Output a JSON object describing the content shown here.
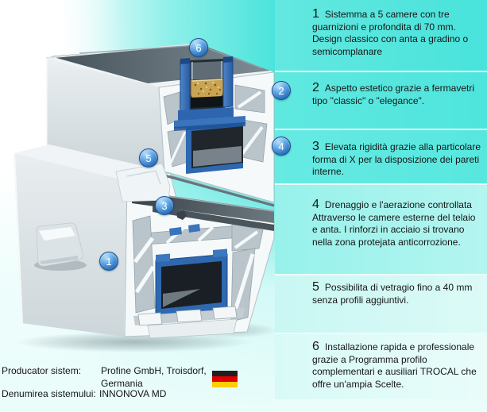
{
  "panel": {
    "items": [
      {
        "num": "1",
        "text": "Sistemma a 5 camere con tre guarnizioni e profondita di 70 mm. Design classico con anta a gradino o semicomplanare"
      },
      {
        "num": "2",
        "text": "Aspetto estetico grazie a fermavetri tipo \"classic\" o \"elegance\"."
      },
      {
        "num": "3",
        "text": "Elevata rigidità grazie alla particolare forma di X per la disposizione dei pareti interne."
      },
      {
        "num": "4",
        "text": "Drenaggio e l'aerazione controllata Attraverso le camere esterne del telaio e anta. I rinforzi in acciaio si trovano nella zona protejata anticorrozione."
      },
      {
        "num": "5",
        "text": "Possibilita di vetragio fino a 40 mm senza profili aggiuntivi."
      },
      {
        "num": "6",
        "text": "Installazione rapida e professionale grazie a Programma profilo complementari e ausiliari TROCAL che offre un'ampia Scelte."
      }
    ]
  },
  "markers": [
    "1",
    "2",
    "3",
    "4",
    "5",
    "6"
  ],
  "footer": {
    "producer_label": "Producator sistem:",
    "producer_name": "Profine GmbH, Troisdorf,",
    "producer_country": "Germania",
    "system_label": "Denumirea sistemului:",
    "system_name": "INNONOVA MD",
    "flag": "germany-flag"
  },
  "colors": {
    "band_top": "#4de5dd",
    "band_light": "#aaf3ee",
    "band_pale": "#e3fbf9",
    "marker_blue": "#2268b4",
    "steel_blue": "#2e68b0",
    "spacer_gold": "#c9a453",
    "gasket_gray": "#384248",
    "flag_black": "#1f1f1f",
    "flag_red": "#dd0000",
    "flag_gold": "#ffce00"
  }
}
